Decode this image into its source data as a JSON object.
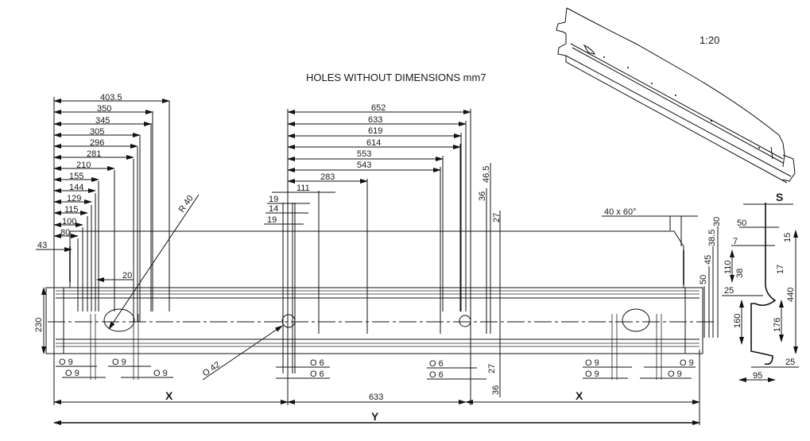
{
  "title": "HOLES WITHOUT DIMENSIONS mm7",
  "scale": "1:20",
  "left_group_dims": [
    "403.5",
    "350",
    "345",
    "305",
    "296",
    "281",
    "210",
    "155",
    "144",
    "129",
    "115",
    "100",
    "80"
  ],
  "left_misc": {
    "offset_43": "43",
    "offset_20": "20",
    "height_230": "230",
    "radius": "R 40"
  },
  "center_group_dims": [
    "652",
    "633",
    "619",
    "614",
    "553",
    "543",
    "283",
    "111"
  ],
  "center_small_dims": [
    "19",
    "14",
    "19"
  ],
  "center_vertical_dims": {
    "d36": "36",
    "d46_5": "46.5",
    "d27": "27",
    "d27_low": "27",
    "d36_low": "36"
  },
  "hole_diameter_center": "O 42",
  "hole_labels_left": [
    "O 9",
    "O 9",
    "O 9",
    "O 9"
  ],
  "hole_labels_center": [
    "O 6",
    "O 6",
    "O 6",
    "O 6"
  ],
  "hole_labels_right": [
    "O 9",
    "O 9",
    "O 9",
    "O 9"
  ],
  "chamfer": "40 x 60°",
  "right_vertical_dims": [
    "50",
    "45",
    "38.5",
    "30"
  ],
  "section": {
    "label_s": "S",
    "d50": "50",
    "d7": "7",
    "d15": "15",
    "d110": "110",
    "d38": "38",
    "d17": "17",
    "d25_top": "25",
    "d440": "440",
    "d160": "160",
    "d176": "176",
    "d25_bottom": "25",
    "d95": "95"
  },
  "bottom_dims": {
    "x_left": "X",
    "middle": "633",
    "x_right": "X",
    "total": "Y"
  }
}
